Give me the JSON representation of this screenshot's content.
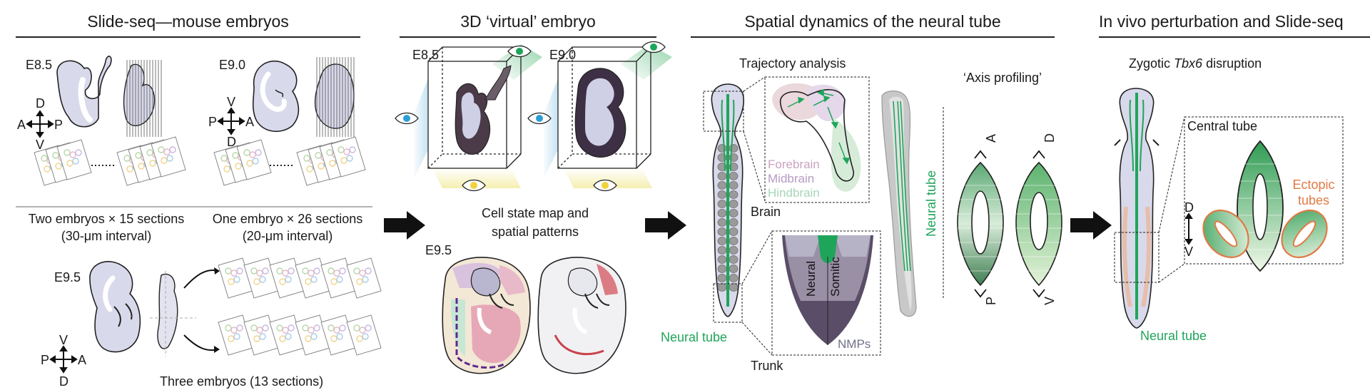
{
  "panels": {
    "p1": {
      "title": "Slide-seq—mouse embryos",
      "stage_e85": "E8.5",
      "stage_e90": "E9.0",
      "stage_e95": "E9.5",
      "axis1": {
        "d": "D",
        "v": "V",
        "a": "A",
        "p": "P"
      },
      "axis2": {
        "v": "V",
        "d": "D",
        "p": "P",
        "a": "A"
      },
      "axis3": {
        "v": "V",
        "d": "D",
        "p": "P",
        "a": "A"
      },
      "caption_a1": "Two embryos × 15 sections",
      "caption_a2": "(30-μm interval)",
      "caption_b1": "One embryo × 26 sections",
      "caption_b2": "(20-μm interval)",
      "caption_c": "Three embryos (13 sections)"
    },
    "p2": {
      "title": "3D ‘virtual’ embryo",
      "stage_e85": "E8.5",
      "stage_e90": "E9.0",
      "stage_e95": "E9.5",
      "caption1": "Cell state map and",
      "caption2": "spatial patterns"
    },
    "p3": {
      "title": "Spatial dynamics of the neural tube",
      "trajectory": "Trajectory analysis",
      "forebrain": "Forebrain",
      "midbrain": "Midbrain",
      "hindbrain": "Hindbrain",
      "brain": "Brain",
      "trunk": "Trunk",
      "neural_tube": "Neural tube",
      "neural_tube_vertical": "Neural tube",
      "neural": "Neural",
      "somitic": "Somitic",
      "nmps": "NMPs",
      "axis_profiling": "‘Axis profiling’",
      "ap_a": "A",
      "ap_p": "P",
      "dv_d": "D",
      "dv_v": "V"
    },
    "p4": {
      "title": "In vivo perturbation and Slide-seq",
      "subtitle_pre": "Zygotic ",
      "subtitle_gene": "Tbx6",
      "subtitle_post": " disruption",
      "central_tube": "Central tube",
      "ectopic1": "Ectopic",
      "ectopic2": "tubes",
      "axis_d": "D",
      "axis_v": "V",
      "neural_tube": "Neural tube"
    }
  },
  "colors": {
    "embryo": "#d9d9ec",
    "tube_green": "#1fa55a",
    "light_green": "#c9e6c4",
    "orange": "#e07a45",
    "sky": "#bfe0f2",
    "yellow": "#f5efb0",
    "dark_purple": "#3e3044",
    "grey": "#9a9a9a"
  }
}
